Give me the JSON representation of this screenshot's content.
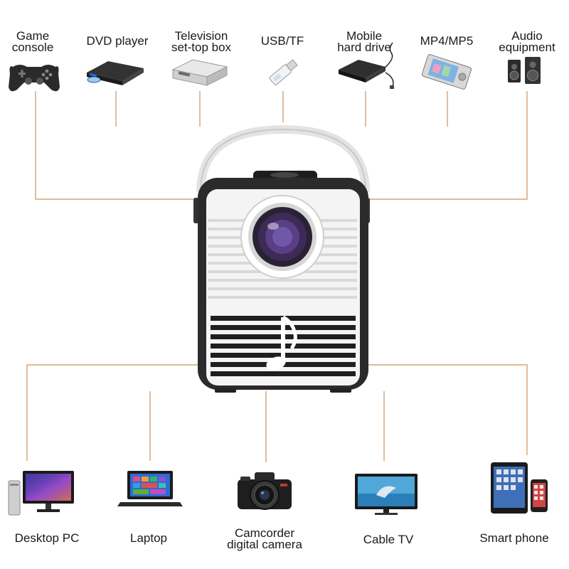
{
  "top_devices": [
    {
      "label_lines": [
        "Game",
        "console"
      ],
      "icon": "gamepad-icon"
    },
    {
      "label_lines": [
        "DVD player"
      ],
      "icon": "dvd-player-icon"
    },
    {
      "label_lines": [
        "Television",
        "set-top box"
      ],
      "icon": "set-top-box-icon"
    },
    {
      "label_lines": [
        "USB/TF"
      ],
      "icon": "usb-drive-icon"
    },
    {
      "label_lines": [
        "Mobile",
        "hard drive"
      ],
      "icon": "hard-drive-icon"
    },
    {
      "label_lines": [
        "MP4/MP5"
      ],
      "icon": "media-player-icon"
    },
    {
      "label_lines": [
        "Audio",
        "equipment"
      ],
      "icon": "speakers-icon"
    }
  ],
  "bottom_devices": [
    {
      "label_lines": [
        "Desktop PC"
      ],
      "icon": "desktop-pc-icon"
    },
    {
      "label_lines": [
        "Laptop"
      ],
      "icon": "laptop-icon"
    },
    {
      "label_lines": [
        "Camcorder",
        "digital camera"
      ],
      "icon": "camera-icon"
    },
    {
      "label_lines": [
        "Cable TV"
      ],
      "icon": "tv-icon"
    },
    {
      "label_lines": [
        "Smart phone"
      ],
      "icon": "tablet-phone-icon"
    }
  ],
  "center": {
    "icon": "projector-icon",
    "music_icon": "music-note-icon"
  },
  "colors": {
    "line": "#d4a373",
    "projector_frame": "#2b2b2b",
    "projector_face": "#f4f4f4",
    "lens": "#3b2b55"
  }
}
